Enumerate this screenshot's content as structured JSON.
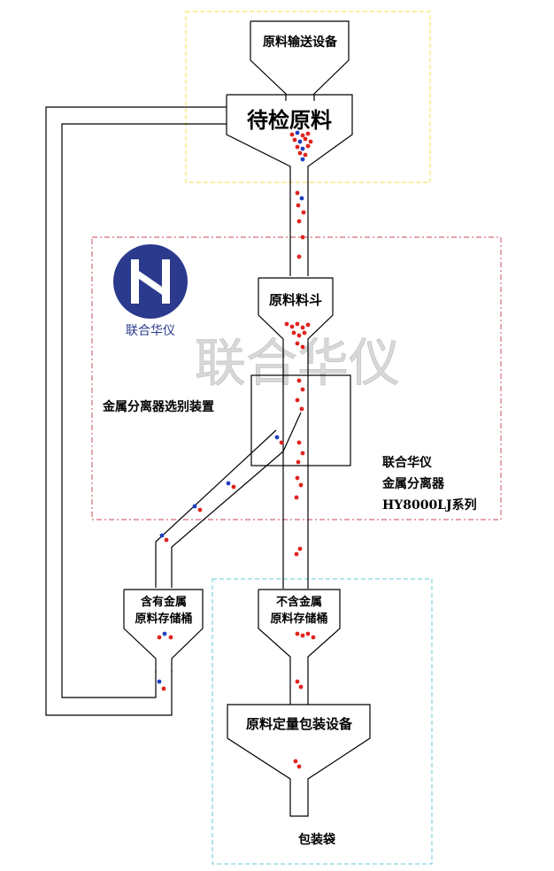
{
  "labels": {
    "conveyor": "原料输送设备",
    "raw_to_inspect": "待检原料",
    "hopper": "原料料斗",
    "separator_unit": "金属分离器选别装置",
    "metal_storage_line1": "含有金属",
    "metal_storage_line2": "原料存储桶",
    "clean_storage_line1": "不含金属",
    "clean_storage_line2": "原料存储桶",
    "packaging": "原料定量包装设备",
    "bag": "包装袋"
  },
  "brand": {
    "logo_caption": "联合华仪",
    "watermark": "联合华仪",
    "product_line1": "联合华仪",
    "product_line2": "金属分离器",
    "product_line3": "HY8000LJ系列"
  },
  "colors": {
    "region_conveyor": "#f2e66a",
    "region_separator": "#d46a78",
    "region_packaging": "#7fd6e0",
    "logo": "#2b3a8c",
    "material": "#e0231e",
    "metal": "#1f3fbf",
    "watermark": "#d8d8d8"
  }
}
